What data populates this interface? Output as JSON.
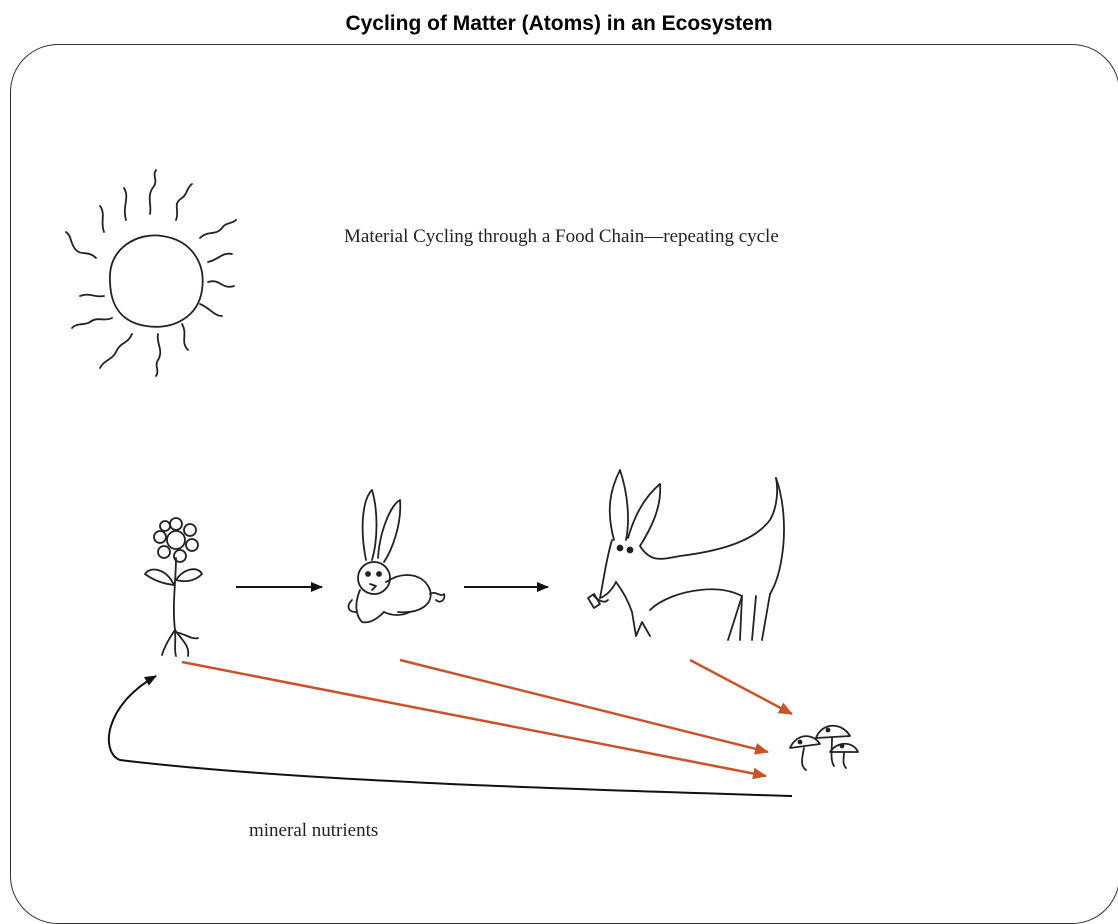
{
  "title": "Cycling of Matter (Atoms) in an Ecosystem",
  "caption": "Material Cycling through a Food Chain—repeating cycle",
  "cycle_label": "mineral nutrients",
  "colors": {
    "food_chain_arrow": "#111111",
    "decomposition_arrow": "#c8532a",
    "nutrient_return": "#111111"
  },
  "icons": [
    "sun-icon",
    "flower-icon",
    "rabbit-icon",
    "fox-icon",
    "mushroom-icon"
  ]
}
